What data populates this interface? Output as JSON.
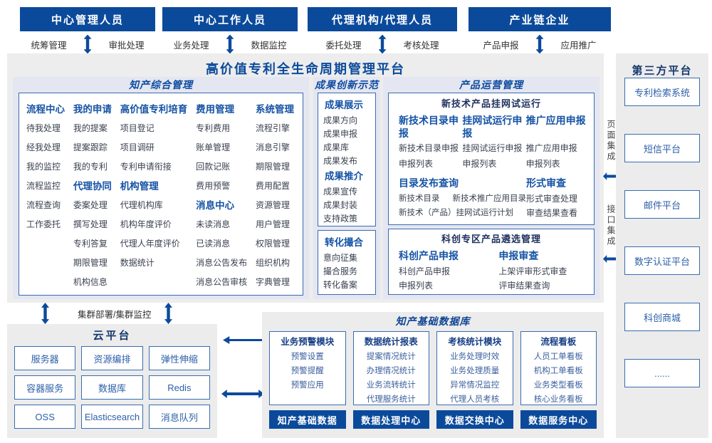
{
  "colors": {
    "primary_blue": "#0b4a9b",
    "section_header_blue": "#1553a5",
    "item_text": "#3a4150",
    "box_border": "#3a6cb0",
    "panel_bg": "#e4e6f1",
    "area_bg": "#ededed"
  },
  "actors": [
    {
      "title": "中心管理人员",
      "flows": [
        "统筹管理",
        "审批处理"
      ]
    },
    {
      "title": "中心工作人员",
      "flows": [
        "业务处理",
        "数据监控"
      ]
    },
    {
      "title": "代理机构/代理人员",
      "flows": [
        "委托处理",
        "考核处理"
      ]
    },
    {
      "title": "产业链企业",
      "flows": [
        "产品申报",
        "应用推广"
      ]
    }
  ],
  "platform": {
    "title": "高价值专利全生命周期管理平台",
    "ip_management": {
      "title": "知产综合管理",
      "columns": [
        [
          {
            "header": "流程中心",
            "items": [
              "待我处理",
              "经我处理",
              "我的监控",
              "流程监控",
              "流程查询",
              "工作委托"
            ]
          }
        ],
        [
          {
            "header": "我的申请",
            "items": [
              "我的提案",
              "提案跟踪",
              "我的专利"
            ]
          },
          {
            "header": "代理协同",
            "items": [
              "委案处理",
              "撰写处理",
              "专利答复",
              "期限管理",
              "机构信息"
            ]
          }
        ],
        [
          {
            "header": "高价值专利培育",
            "items": [
              "项目登记",
              "项目调研",
              "专利申请衔接"
            ]
          },
          {
            "header": "机构管理",
            "items": [
              "代理机构库",
              "机构年度评价",
              "代理人年度评价",
              "数据统计"
            ]
          }
        ],
        [
          {
            "header": "费用管理",
            "items": [
              "专利费用",
              "账单管理",
              "回款记账",
              "费用预警"
            ]
          },
          {
            "header": "消息中心",
            "items": [
              "未读消息",
              "已读消息",
              "消息公告发布",
              "消息公告审核"
            ]
          }
        ],
        [
          {
            "header": "系统管理",
            "items": [
              "流程引擎",
              "消息引擎",
              "期限管理",
              "费用配置",
              "资源管理",
              "用户管理",
              "权限管理",
              "组织机构",
              "字典管理"
            ]
          }
        ]
      ]
    },
    "innovation": {
      "title": "成果创新示范",
      "boxes": [
        {
          "sections": [
            {
              "header": "成果展示",
              "items": [
                "成果方向",
                "成果申报",
                "成果库",
                "成果发布"
              ]
            },
            {
              "header": "成果推介",
              "items": [
                "成果宣传",
                "成果封装",
                "支持政策"
              ]
            }
          ]
        },
        {
          "sections": [
            {
              "header": "转化撮合",
              "items": [
                "意向征集",
                "撮合服务",
                "转化备案"
              ]
            }
          ]
        }
      ]
    },
    "product_ops": {
      "title": "产品运营管理",
      "box1": {
        "title": "新技术产品挂网试运行",
        "top_groups": [
          {
            "header": "新技术目录申报",
            "items": [
              "新技术目录申报",
              "申报列表"
            ]
          },
          {
            "header": "挂网试运行申报",
            "items": [
              "挂网试运行申报",
              "申报列表"
            ]
          },
          {
            "header": "推广应用申报",
            "items": [
              "推广应用申报",
              "申报列表"
            ]
          }
        ],
        "catalog_group": {
          "header": "目录发布查询",
          "row1": [
            "新技术目录",
            "新技术推广应用目录"
          ],
          "row2": "新技术（产品）挂网试运行计划"
        },
        "review_group": {
          "header": "形式审查",
          "items": [
            "形式审查处理",
            "审查结果查看"
          ]
        }
      },
      "box2": {
        "title": "科创专区产品遴选管理",
        "groups": [
          {
            "header": "科创产品申报",
            "items": [
              "科创产品申报",
              "申报列表"
            ]
          },
          {
            "header": "申报审查",
            "items": [
              "上架评审形式审查",
              "评审结果查询"
            ]
          }
        ]
      }
    }
  },
  "integration": {
    "page_label": "页面集成",
    "api_label": "接口集成"
  },
  "cluster_label": "集群部署/集群监控",
  "cloud": {
    "title": "云平台",
    "services": [
      "服务器",
      "资源编排",
      "弹性伸缩",
      "容器服务",
      "数据库",
      "Redis",
      "OSS",
      "Elasticsearch",
      "消息队列"
    ]
  },
  "database": {
    "title": "知产基础数据库",
    "modules": [
      {
        "header": "业务预警模块",
        "items": [
          "预警设置",
          "预警提醒",
          "预警应用"
        ],
        "footer": "知产基础数据"
      },
      {
        "header": "数据统计报表",
        "items": [
          "提案情况统计",
          "办理情况统计",
          "业务流转统计",
          "代理服务统计"
        ],
        "footer": "数据处理中心"
      },
      {
        "header": "考核统计模块",
        "items": [
          "业务处理时效",
          "业务处理质量",
          "异常情况监控",
          "代理人员考核"
        ],
        "footer": "数据交换中心"
      },
      {
        "header": "流程看板",
        "items": [
          "人员工单看板",
          "机构工单看板",
          "业务类型看板",
          "核心业务看板"
        ],
        "footer": "数据服务中心"
      }
    ]
  },
  "third_party": {
    "title": "第三方平台",
    "systems": [
      "专利检索系统",
      "短信平台",
      "邮件平台",
      "数字认证平台",
      "科创商城",
      "......"
    ]
  }
}
